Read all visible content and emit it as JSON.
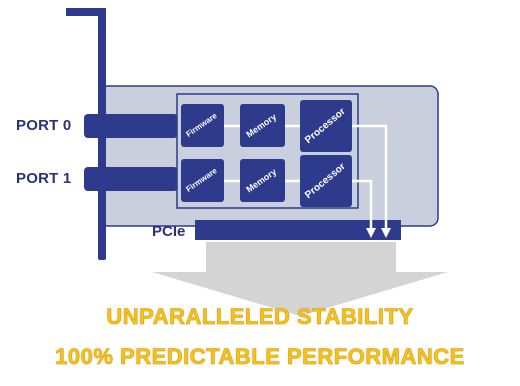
{
  "ports": [
    {
      "label": "PORT 0"
    },
    {
      "label": "PORT 1"
    }
  ],
  "bus_label": "PCIe",
  "rows": [
    {
      "firmware": "Firmware",
      "memory": "Memory",
      "processor": "Processor"
    },
    {
      "firmware": "Firmware",
      "memory": "Memory",
      "processor": "Processor"
    }
  ],
  "taglines": [
    "UNPARALLELED STABILITY",
    "100% PREDICTABLE PERFORMANCE"
  ],
  "colors": {
    "navy": "#2e3a8c",
    "card": "#c9cfdc",
    "card_border": "#2e3a8c",
    "arrow_gray": "#cfcfcf",
    "tagline": "#f3c21d"
  }
}
